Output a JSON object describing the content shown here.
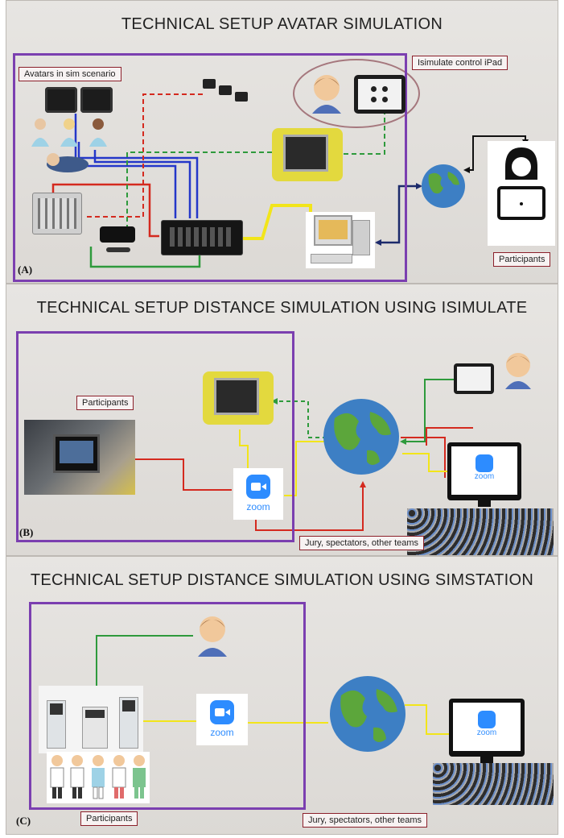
{
  "panelA": {
    "title": "TECHNICAL SETUP AVATAR SIMULATION",
    "letter": "(A)",
    "labels": {
      "avatars": "Avatars in sim scenario",
      "control_ipad": "Isimulate control iPad",
      "participants": "Participants"
    }
  },
  "panelB": {
    "title": "TECHNICAL SETUP DISTANCE SIMULATION USING ISIMULATE",
    "letter": "(B)",
    "labels": {
      "participants": "Participants",
      "jury": "Jury, spectators, other teams"
    },
    "zoom_text": "zoom"
  },
  "panelC": {
    "title": "TECHNICAL SETUP DISTANCE SIMULATION USING SIMSTATION",
    "letter": "(C)",
    "labels": {
      "participants": "Participants",
      "jury": "Jury, spectators, other teams"
    },
    "zoom_text": "zoom"
  },
  "colors": {
    "frame": "#7b3fb0",
    "label_border": "#8b1f2a",
    "wire_red": "#d42a1f",
    "wire_blue": "#2437c9",
    "wire_green": "#2e9a3c",
    "wire_yellow": "#f2e51a",
    "wire_dark_blue": "#1c2a6b",
    "zoom_blue": "#2d8cff"
  }
}
